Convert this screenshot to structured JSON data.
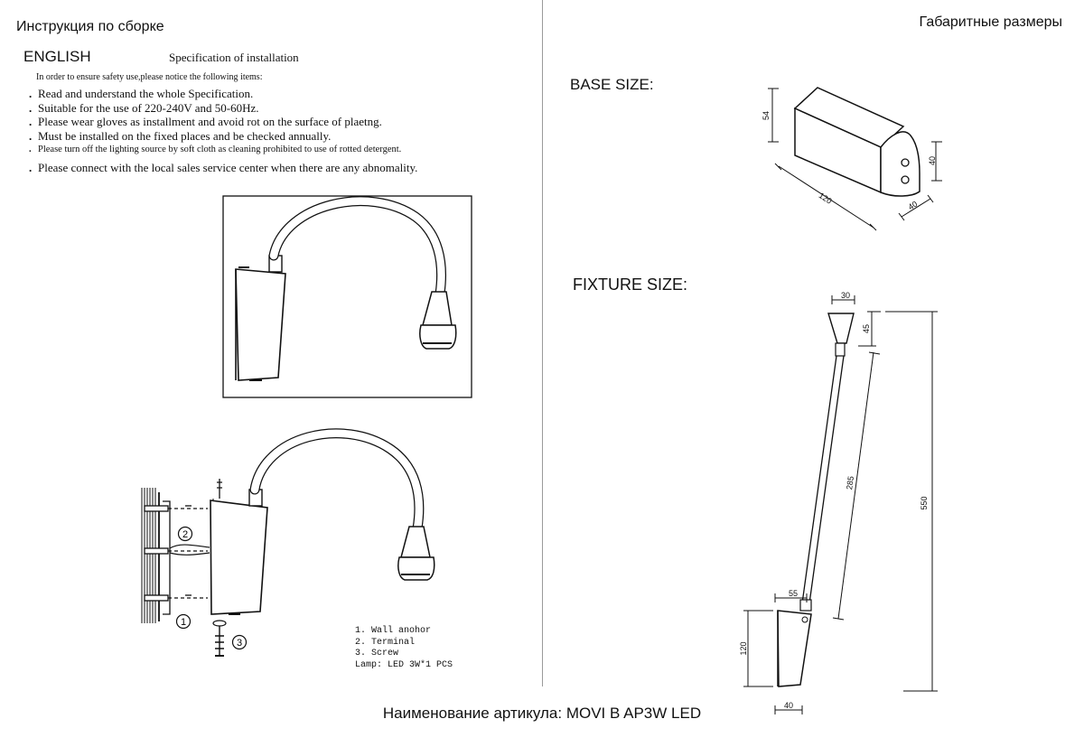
{
  "header": {
    "left_title": "Инструкция по сборке",
    "right_title": "Габаритные размеры"
  },
  "instructions": {
    "language": "ENGLISH",
    "title": "Specification of installation",
    "intro": "In order to ensure safety use,please notice the following items:",
    "items": [
      "Read and understand the whole Specification.",
      "Suitable for the use of 220-240V and 50-60Hz.",
      "Please wear gloves as installment and avoid rot on the surface of plaetng.",
      "Must be installed on the fixed places and be checked annually.",
      "Please turn off the lighting source by soft cloth as cleaning prohibited to use of rotted detergent.",
      "Please connect with the local sales service center when there are any abnomality."
    ]
  },
  "install_diagram": {
    "callouts": [
      "2",
      "1",
      "3"
    ],
    "legend": [
      "1. Wall anohor",
      "2. Terminal",
      "3. Screw",
      "Lamp: LED 3W*1 PCS"
    ]
  },
  "dimensions": {
    "base_label": "BASE SIZE:",
    "base_dims": {
      "height": "54",
      "length": "120",
      "width": "40",
      "end_height": "40"
    },
    "fixture_label": "FIXTURE SIZE:",
    "fixture_dims": {
      "head_width": "30",
      "head_height": "45",
      "arm": "285",
      "total": "550",
      "joint": "55",
      "base_height": "120",
      "base_width": "40"
    }
  },
  "footer": "Наименование артикула: MOVI B AP3W LED"
}
